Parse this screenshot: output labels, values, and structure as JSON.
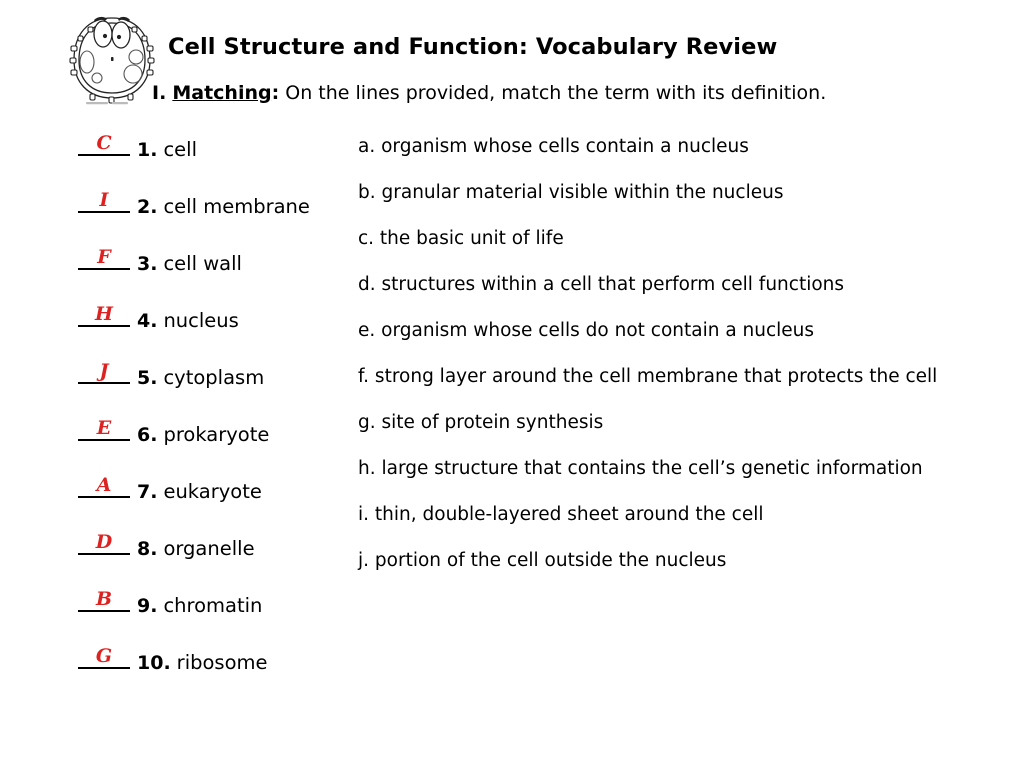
{
  "header": {
    "title": "Cell Structure and Function: Vocabulary Review",
    "illustration_name": "cartoon-cell-diagram",
    "instructions": {
      "numeral": "I.",
      "label": "Matching",
      "colon": ":",
      "rest": "On the lines provided, match the term with its definition."
    }
  },
  "colors": {
    "answer_red": "#dd2222",
    "text_black": "#000000",
    "page_background": "#ffffff"
  },
  "terms": [
    {
      "number": "1.",
      "term": "cell",
      "answer": "C"
    },
    {
      "number": "2.",
      "term": "cell membrane",
      "answer": "I"
    },
    {
      "number": "3.",
      "term": "cell wall",
      "answer": "F"
    },
    {
      "number": "4.",
      "term": "nucleus",
      "answer": "H"
    },
    {
      "number": "5.",
      "term": "cytoplasm",
      "answer": "J"
    },
    {
      "number": "6.",
      "term": "prokaryote",
      "answer": "E"
    },
    {
      "number": "7.",
      "term": "eukaryote",
      "answer": "A"
    },
    {
      "number": "8.",
      "term": "organelle",
      "answer": "D"
    },
    {
      "number": "9.",
      "term": "chromatin",
      "answer": "B"
    },
    {
      "number": "10.",
      "term": "ribosome",
      "answer": "G"
    }
  ],
  "definitions": [
    {
      "letter": "a.",
      "text": "a. organism whose cells contain a nucleus"
    },
    {
      "letter": "b.",
      "text": "b. granular material visible within the nucleus"
    },
    {
      "letter": "c.",
      "text": "c. the basic unit of life"
    },
    {
      "letter": "d.",
      "text": "d. structures within a cell that perform cell functions"
    },
    {
      "letter": "e.",
      "text": "e. organism whose cells do not contain a nucleus"
    },
    {
      "letter": "f.",
      "text": "f. strong layer around the cell membrane that protects the cell"
    },
    {
      "letter": "g.",
      "text": "g. site of protein synthesis"
    },
    {
      "letter": "h.",
      "text": "h. large structure that contains the cell’s genetic information"
    },
    {
      "letter": "i.",
      "text": "i. thin, double-layered sheet around the cell"
    },
    {
      "letter": "j.",
      "text": "j. portion of the cell outside the nucleus"
    }
  ]
}
